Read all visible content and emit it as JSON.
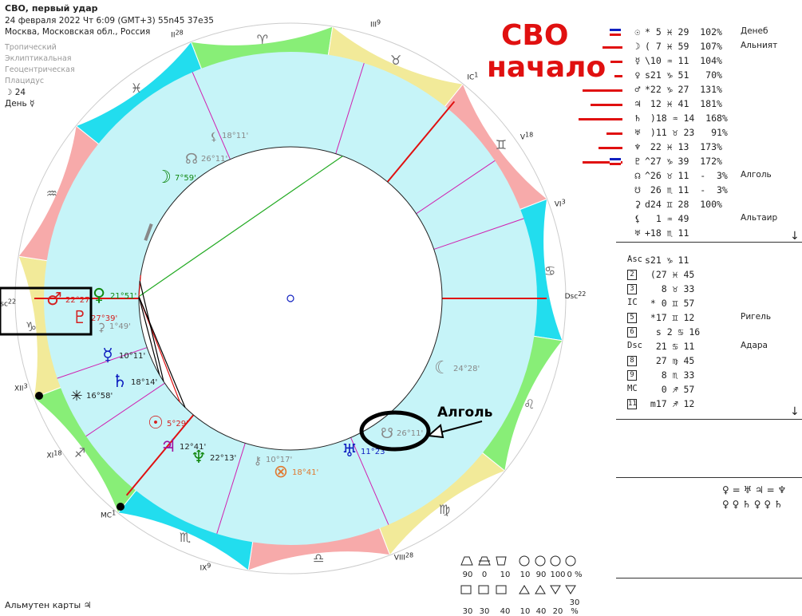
{
  "header": {
    "title": "СВО, первый удар",
    "datetime": "24 февраля 2022  Чт   6:09 (GMT+3) 55n45  37e35",
    "place": "Москва, Московская обл., Россия",
    "zodiac": "Тропический",
    "coords": "Эклиптикальная",
    "center": "Геоцентрическая",
    "houses": "Плацидус",
    "moon_day": "☽  24",
    "day_ruler": "День ☿"
  },
  "big_title": {
    "line1": "СВО",
    "line2": "начало"
  },
  "algol_note": "Алголь",
  "almuten": "Альмутен карты  ♃",
  "chart": {
    "signs": [
      {
        "glyph": "♓",
        "color": "#22ddee"
      },
      {
        "glyph": "♈",
        "color": "#88ee77"
      },
      {
        "glyph": "♉",
        "color": "#f2ea99"
      },
      {
        "glyph": "♊",
        "color": "#f7aaaa"
      },
      {
        "glyph": "♋",
        "color": "#22ddee"
      },
      {
        "glyph": "♌",
        "color": "#88ee77"
      },
      {
        "glyph": "♍",
        "color": "#f2ea99"
      },
      {
        "glyph": "♎",
        "color": "#f7aaaa"
      },
      {
        "glyph": "♏",
        "color": "#22ddee"
      },
      {
        "glyph": "♐",
        "color": "#88ee77"
      },
      {
        "glyph": "♑",
        "color": "#f2ea99"
      },
      {
        "glyph": "♒",
        "color": "#f7aaaa"
      }
    ],
    "house_labels": [
      {
        "label": "Asc",
        "deg": "22"
      },
      {
        "label": "II",
        "deg": "28"
      },
      {
        "label": "III",
        "deg": "9"
      },
      {
        "label": "IC",
        "deg": "1"
      },
      {
        "label": "V",
        "deg": "18"
      },
      {
        "label": "VI",
        "deg": "3"
      },
      {
        "label": "Dsc",
        "deg": "22"
      },
      {
        "label": "VIII",
        "deg": "28"
      },
      {
        "label": "IX",
        "deg": "9"
      },
      {
        "label": "MC",
        "deg": "1"
      },
      {
        "label": "XI",
        "deg": "18"
      },
      {
        "label": "XII",
        "deg": "3"
      }
    ],
    "planets": [
      {
        "name": "moon",
        "glyph": "☽",
        "text": "7°59'",
        "color": "#118811",
        "tcolor": "#118811"
      },
      {
        "name": "north-node",
        "glyph": "☊",
        "text": "26°11'",
        "color": "#888888",
        "tcolor": "#888888"
      },
      {
        "name": "lilith",
        "glyph": "⚸",
        "text": "18°11'",
        "color": "#888888",
        "tcolor": "#888888"
      },
      {
        "name": "mars",
        "glyph": "♂",
        "text": "22°27'",
        "color": "#d42020",
        "tcolor": "#d42020"
      },
      {
        "name": "venus",
        "glyph": "♀",
        "text": "21°51'",
        "color": "#118811",
        "tcolor": "#118811"
      },
      {
        "name": "pluto",
        "glyph": "♇",
        "text": "27°39'",
        "color": "#d42020",
        "tcolor": "#d42020"
      },
      {
        "name": "ceres",
        "glyph": "⚳",
        "text": "1°49'",
        "color": "#888888",
        "tcolor": "#888888"
      },
      {
        "name": "mercury",
        "glyph": "☿",
        "text": "10°11'",
        "color": "#1020c0",
        "tcolor": "#222222"
      },
      {
        "name": "saturn",
        "glyph": "♄",
        "text": "18°14'",
        "color": "#1020c0",
        "tcolor": "#222222"
      },
      {
        "name": "altair",
        "glyph": "✳",
        "text": "16°58'",
        "color": "#222222",
        "tcolor": "#222222"
      },
      {
        "name": "sun",
        "glyph": "☉",
        "text": "5°29'",
        "color": "#d42020",
        "tcolor": "#d42020"
      },
      {
        "name": "jupiter",
        "glyph": "♃",
        "text": "12°41'",
        "color": "#a010a0",
        "tcolor": "#222222"
      },
      {
        "name": "neptune",
        "glyph": "♆",
        "text": "22°13'",
        "color": "#118811",
        "tcolor": "#222222"
      },
      {
        "name": "chiron",
        "glyph": "⚷",
        "text": "10°17'",
        "color": "#888888",
        "tcolor": "#888888"
      },
      {
        "name": "fortune",
        "glyph": "⊗",
        "text": "18°41'",
        "color": "#e07830",
        "tcolor": "#e07830"
      },
      {
        "name": "uranus",
        "glyph": "♅",
        "text": "11°23'",
        "color": "#1020c0",
        "tcolor": "#1020c0"
      },
      {
        "name": "south-node",
        "glyph": "☋",
        "text": "26°11'",
        "color": "#888888",
        "tcolor": "#888888"
      },
      {
        "name": "selena",
        "glyph": "☾",
        "text": "24°28'",
        "color": "#888888",
        "tcolor": "#888888"
      }
    ]
  },
  "planet_table": [
    {
      "glyph": "☉",
      "text": "* 5 ♓ 29  102%",
      "star": "Денеб",
      "bar": 0,
      "flag": true
    },
    {
      "glyph": "☽",
      "text": "( 7 ♓ 59  107%",
      "star": "Альният",
      "bar": 25,
      "flag": false
    },
    {
      "glyph": "☿",
      "text": "\\10 ♒ 11  104%",
      "star": "",
      "bar": 15,
      "flag": false
    },
    {
      "glyph": "♀",
      "text": "s21 ♑ 51   70%",
      "star": "",
      "bar": 10,
      "flag": false
    },
    {
      "glyph": "♂",
      "text": "*22 ♑ 27  131%",
      "star": "",
      "bar": 50,
      "flag": false
    },
    {
      "glyph": "♃",
      "text": " 12 ♓ 41  181%",
      "star": "",
      "bar": 40,
      "flag": false
    },
    {
      "glyph": "♄",
      "text": " )18 ♒ 14  168%",
      "star": "",
      "bar": 55,
      "flag": false
    },
    {
      "glyph": "♅",
      "text": " )11 ♉ 23   91%",
      "star": "",
      "bar": 20,
      "flag": false
    },
    {
      "glyph": "♆",
      "text": " 22 ♓ 13  173%",
      "star": "",
      "bar": 30,
      "flag": false
    },
    {
      "glyph": "♇",
      "text": "^27 ♑ 39  172%",
      "star": "",
      "bar": 50,
      "flag": true
    },
    {
      "glyph": "☊",
      "text": "^26 ♉ 11  -  3%",
      "star": "Алголь",
      "bar": 0,
      "flag": false
    },
    {
      "glyph": "☋",
      "text": " 26 ♏ 11  -  3%",
      "star": "",
      "bar": 0,
      "flag": false
    },
    {
      "glyph": "⚳",
      "text": "d24 ♊ 28  100%",
      "star": "",
      "bar": 0,
      "flag": false
    },
    {
      "glyph": "⚸",
      "text": "  1 ♒ 49",
      "star": "Альтаир",
      "bar": 0,
      "flag": false
    },
    {
      "glyph": "♅",
      "text": "+18 ♏ 11",
      "star": "",
      "bar": 0,
      "flag": false
    }
  ],
  "cusp_table": [
    {
      "label": "Asc",
      "text": "s21 ♑ 11",
      "star": ""
    },
    {
      "label": "2",
      "text": " (27 ♓ 45",
      "star": ""
    },
    {
      "label": "3",
      "text": "   8 ♉ 33",
      "star": ""
    },
    {
      "label": "IC",
      "text": " * 0 ♊ 57",
      "star": ""
    },
    {
      "label": "5",
      "text": " *17 ♊ 12",
      "star": "Ригель"
    },
    {
      "label": "6",
      "text": "  s 2 ♋ 16",
      "star": ""
    },
    {
      "label": "Dsc",
      "text": "  21 ♋ 11",
      "star": "Адара"
    },
    {
      "label": "8",
      "text": "  27 ♍ 45",
      "star": ""
    },
    {
      "label": "9",
      "text": "   8 ♏ 33",
      "star": ""
    },
    {
      "label": "MC",
      "text": "   0 ♐ 57",
      "star": ""
    },
    {
      "label": "11",
      "text": " m17 ♐ 12",
      "star": ""
    }
  ],
  "aspects_box": {
    "line1": "♀ = ♅  ♃ = ♆",
    "line2": "♀ ♀ ♄  ♀ ♀ ♄"
  },
  "legend": {
    "row1_vals": [
      "90",
      "0",
      "10",
      "10",
      "90",
      "100",
      "0 %"
    ],
    "row2_vals": [
      "30",
      "30",
      "40",
      "10",
      "40",
      "20",
      "30 %"
    ]
  },
  "scroll_arrow": "↓"
}
